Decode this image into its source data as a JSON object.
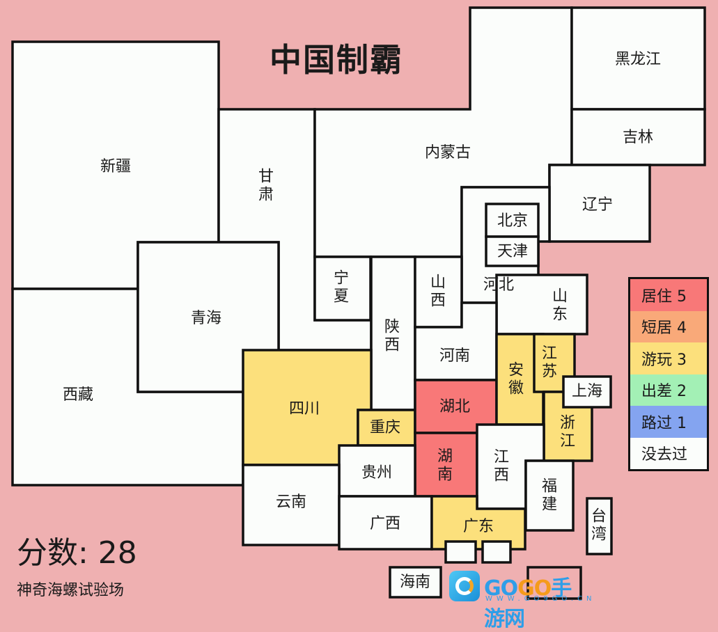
{
  "title": "中国制霸",
  "score_label": "分数: 28",
  "score_value": 28,
  "subtitle": "神奇海螺试验场",
  "colors": {
    "background": "#EFB0B1",
    "level_5": "#F87878",
    "level_4": "#F9A979",
    "level_3": "#FCE07C",
    "level_2": "#A3F0B5",
    "level_1": "#84A4F0",
    "level_0": "#FBFDFB",
    "border": "#111111"
  },
  "legend": [
    {
      "label": "居住 5",
      "level": 5,
      "color": "#F87878"
    },
    {
      "label": "短居 4",
      "level": 4,
      "color": "#F9A979"
    },
    {
      "label": "游玩 3",
      "level": 3,
      "color": "#FCE07C"
    },
    {
      "label": "出差 2",
      "level": 2,
      "color": "#A3F0B5"
    },
    {
      "label": "路过 1",
      "level": 1,
      "color": "#84A4F0"
    },
    {
      "label": "没去过",
      "level": 0,
      "color": "#FBFDFB"
    }
  ],
  "provinces": {
    "xinjiang": {
      "name": "新疆",
      "level": 0
    },
    "tibet": {
      "name": "西藏",
      "level": 0
    },
    "qinghai": {
      "name": "青海",
      "level": 0
    },
    "gansu": {
      "name": "甘肃",
      "level": 0
    },
    "inner_mongolia": {
      "name": "内蒙古",
      "level": 0
    },
    "heilongjiang": {
      "name": "黑龙江",
      "level": 0
    },
    "jilin": {
      "name": "吉林",
      "level": 0
    },
    "liaoning": {
      "name": "辽宁",
      "level": 0
    },
    "beijing": {
      "name": "北京",
      "level": 0
    },
    "tianjin": {
      "name": "天津",
      "level": 0
    },
    "hebei": {
      "name": "河北",
      "level": 0
    },
    "ningxia": {
      "name": "宁夏",
      "level": 0
    },
    "shaanxi": {
      "name": "陕西",
      "level": 0
    },
    "shanxi": {
      "name": "山西",
      "level": 0
    },
    "shandong": {
      "name": "山东",
      "level": 0
    },
    "henan": {
      "name": "河南",
      "level": 0
    },
    "sichuan": {
      "name": "四川",
      "level": 3
    },
    "chongqing": {
      "name": "重庆",
      "level": 3
    },
    "hubei": {
      "name": "湖北",
      "level": 5
    },
    "hunan": {
      "name": "湖南",
      "level": 5
    },
    "anhui": {
      "name": "安徽",
      "level": 3
    },
    "jiangsu": {
      "name": "江苏",
      "level": 3
    },
    "shanghai": {
      "name": "上海",
      "level": 0
    },
    "zhejiang": {
      "name": "浙江",
      "level": 3
    },
    "jiangxi": {
      "name": "江西",
      "level": 0
    },
    "fujian": {
      "name": "福建",
      "level": 0
    },
    "guizhou": {
      "name": "贵州",
      "level": 0
    },
    "yunnan": {
      "name": "云南",
      "level": 0
    },
    "guangxi": {
      "name": "广西",
      "level": 0
    },
    "guangdong": {
      "name": "广东",
      "level": 3
    },
    "hong_kong": {
      "name": "",
      "level": 0
    },
    "macau": {
      "name": "",
      "level": 0
    },
    "hainan": {
      "name": "海南",
      "level": 0
    },
    "taiwan": {
      "name": "台湾",
      "level": 0
    }
  },
  "watermark": {
    "go1": "GO",
    "go2": "GO",
    "cn_text": "手游网",
    "url": "WWW.GO9GO.CN"
  }
}
